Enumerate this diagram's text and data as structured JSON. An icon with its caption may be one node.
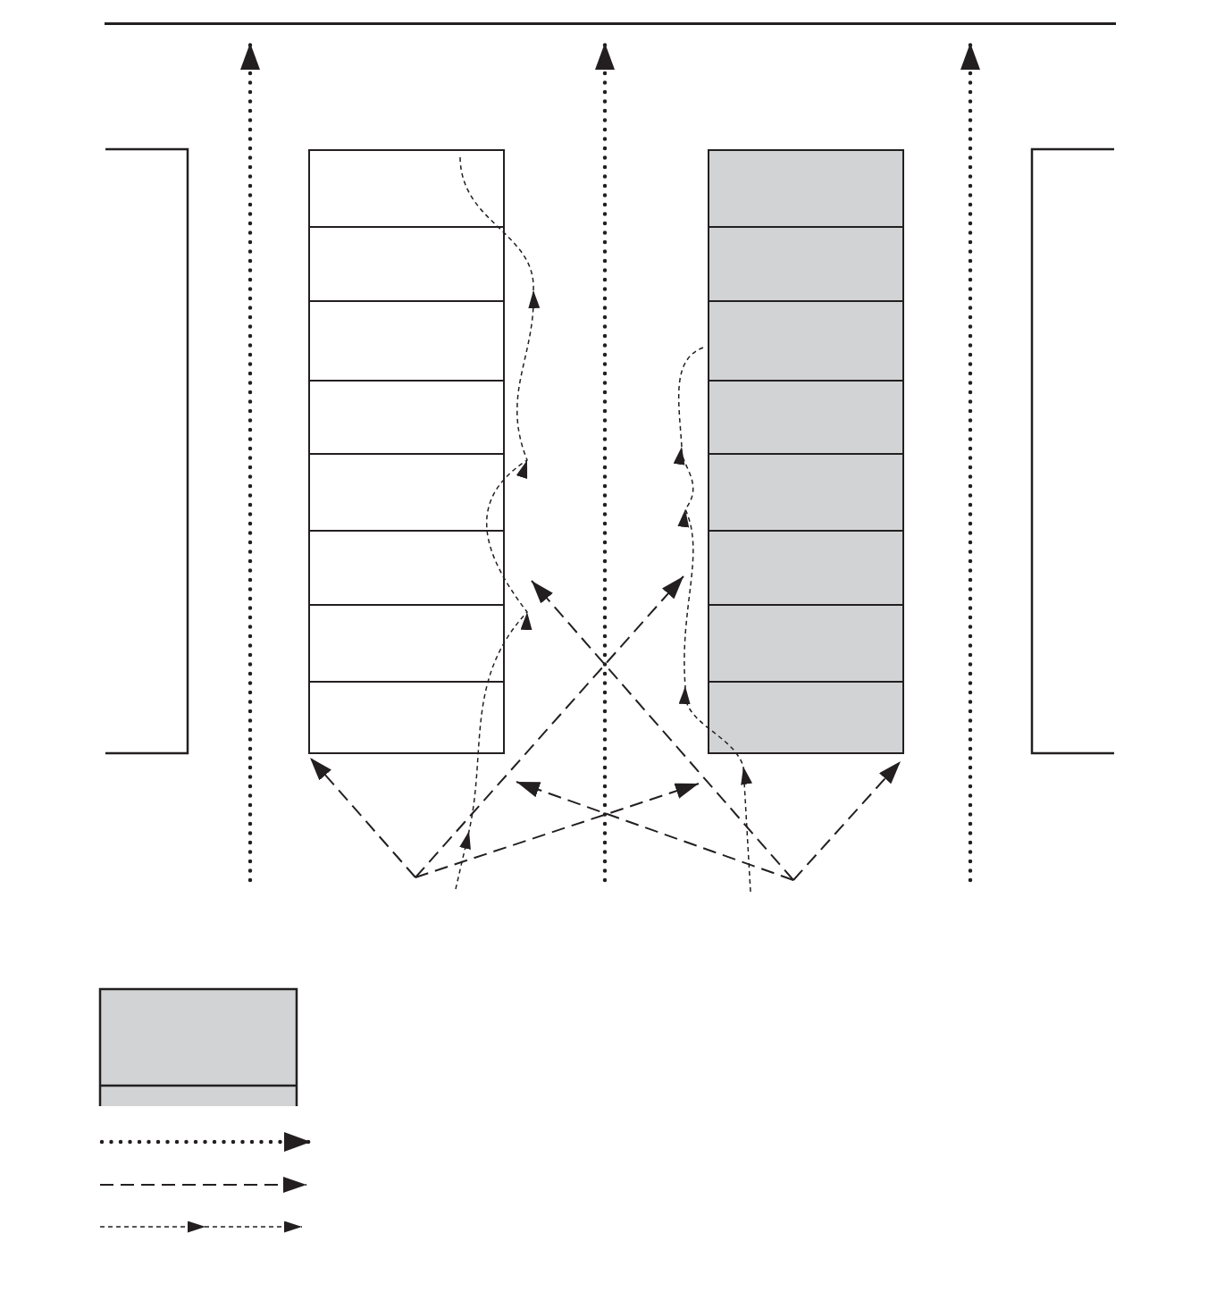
{
  "diagram": {
    "nodes": [
      {
        "text": [],
        "shape": "box"
      },
      {
        "text": [],
        "shape": "box"
      },
      {
        "text": [],
        "shape": "box"
      },
      {
        "text": [],
        "shape": "box"
      },
      {
        "text": [],
        "shape": "bar"
      }
    ],
    "edges": [
      {
        "from": null,
        "to": 4,
        "arrow": "to",
        "style": "dashed"
      },
      {
        "from": null,
        "to": 4,
        "arrow": "to",
        "style": "dashed"
      },
      {
        "from": null,
        "to": 4,
        "arrow": "to",
        "style": "dashed"
      },
      {
        "from": null,
        "to": 1,
        "arrow": "to",
        "style": "dashed"
      },
      {
        "from": null,
        "to": 2,
        "arrow": "to",
        "style": "dashed"
      },
      {
        "from": null,
        "to": 2,
        "arrow": "to",
        "style": "dashed"
      },
      {
        "from": null,
        "to": 2,
        "arrow": "to",
        "style": "dashed"
      },
      {
        "from": null,
        "to": 1,
        "arrow": "to",
        "style": "dashed"
      },
      {
        "from": null,
        "to": 1,
        "arrow": "to",
        "style": "dashed"
      },
      {
        "from": null,
        "to": 1,
        "arrow": "to",
        "style": "dashed"
      },
      {
        "from": null,
        "to": 2,
        "arrow": "to",
        "style": "dashed"
      }
    ]
  }
}
